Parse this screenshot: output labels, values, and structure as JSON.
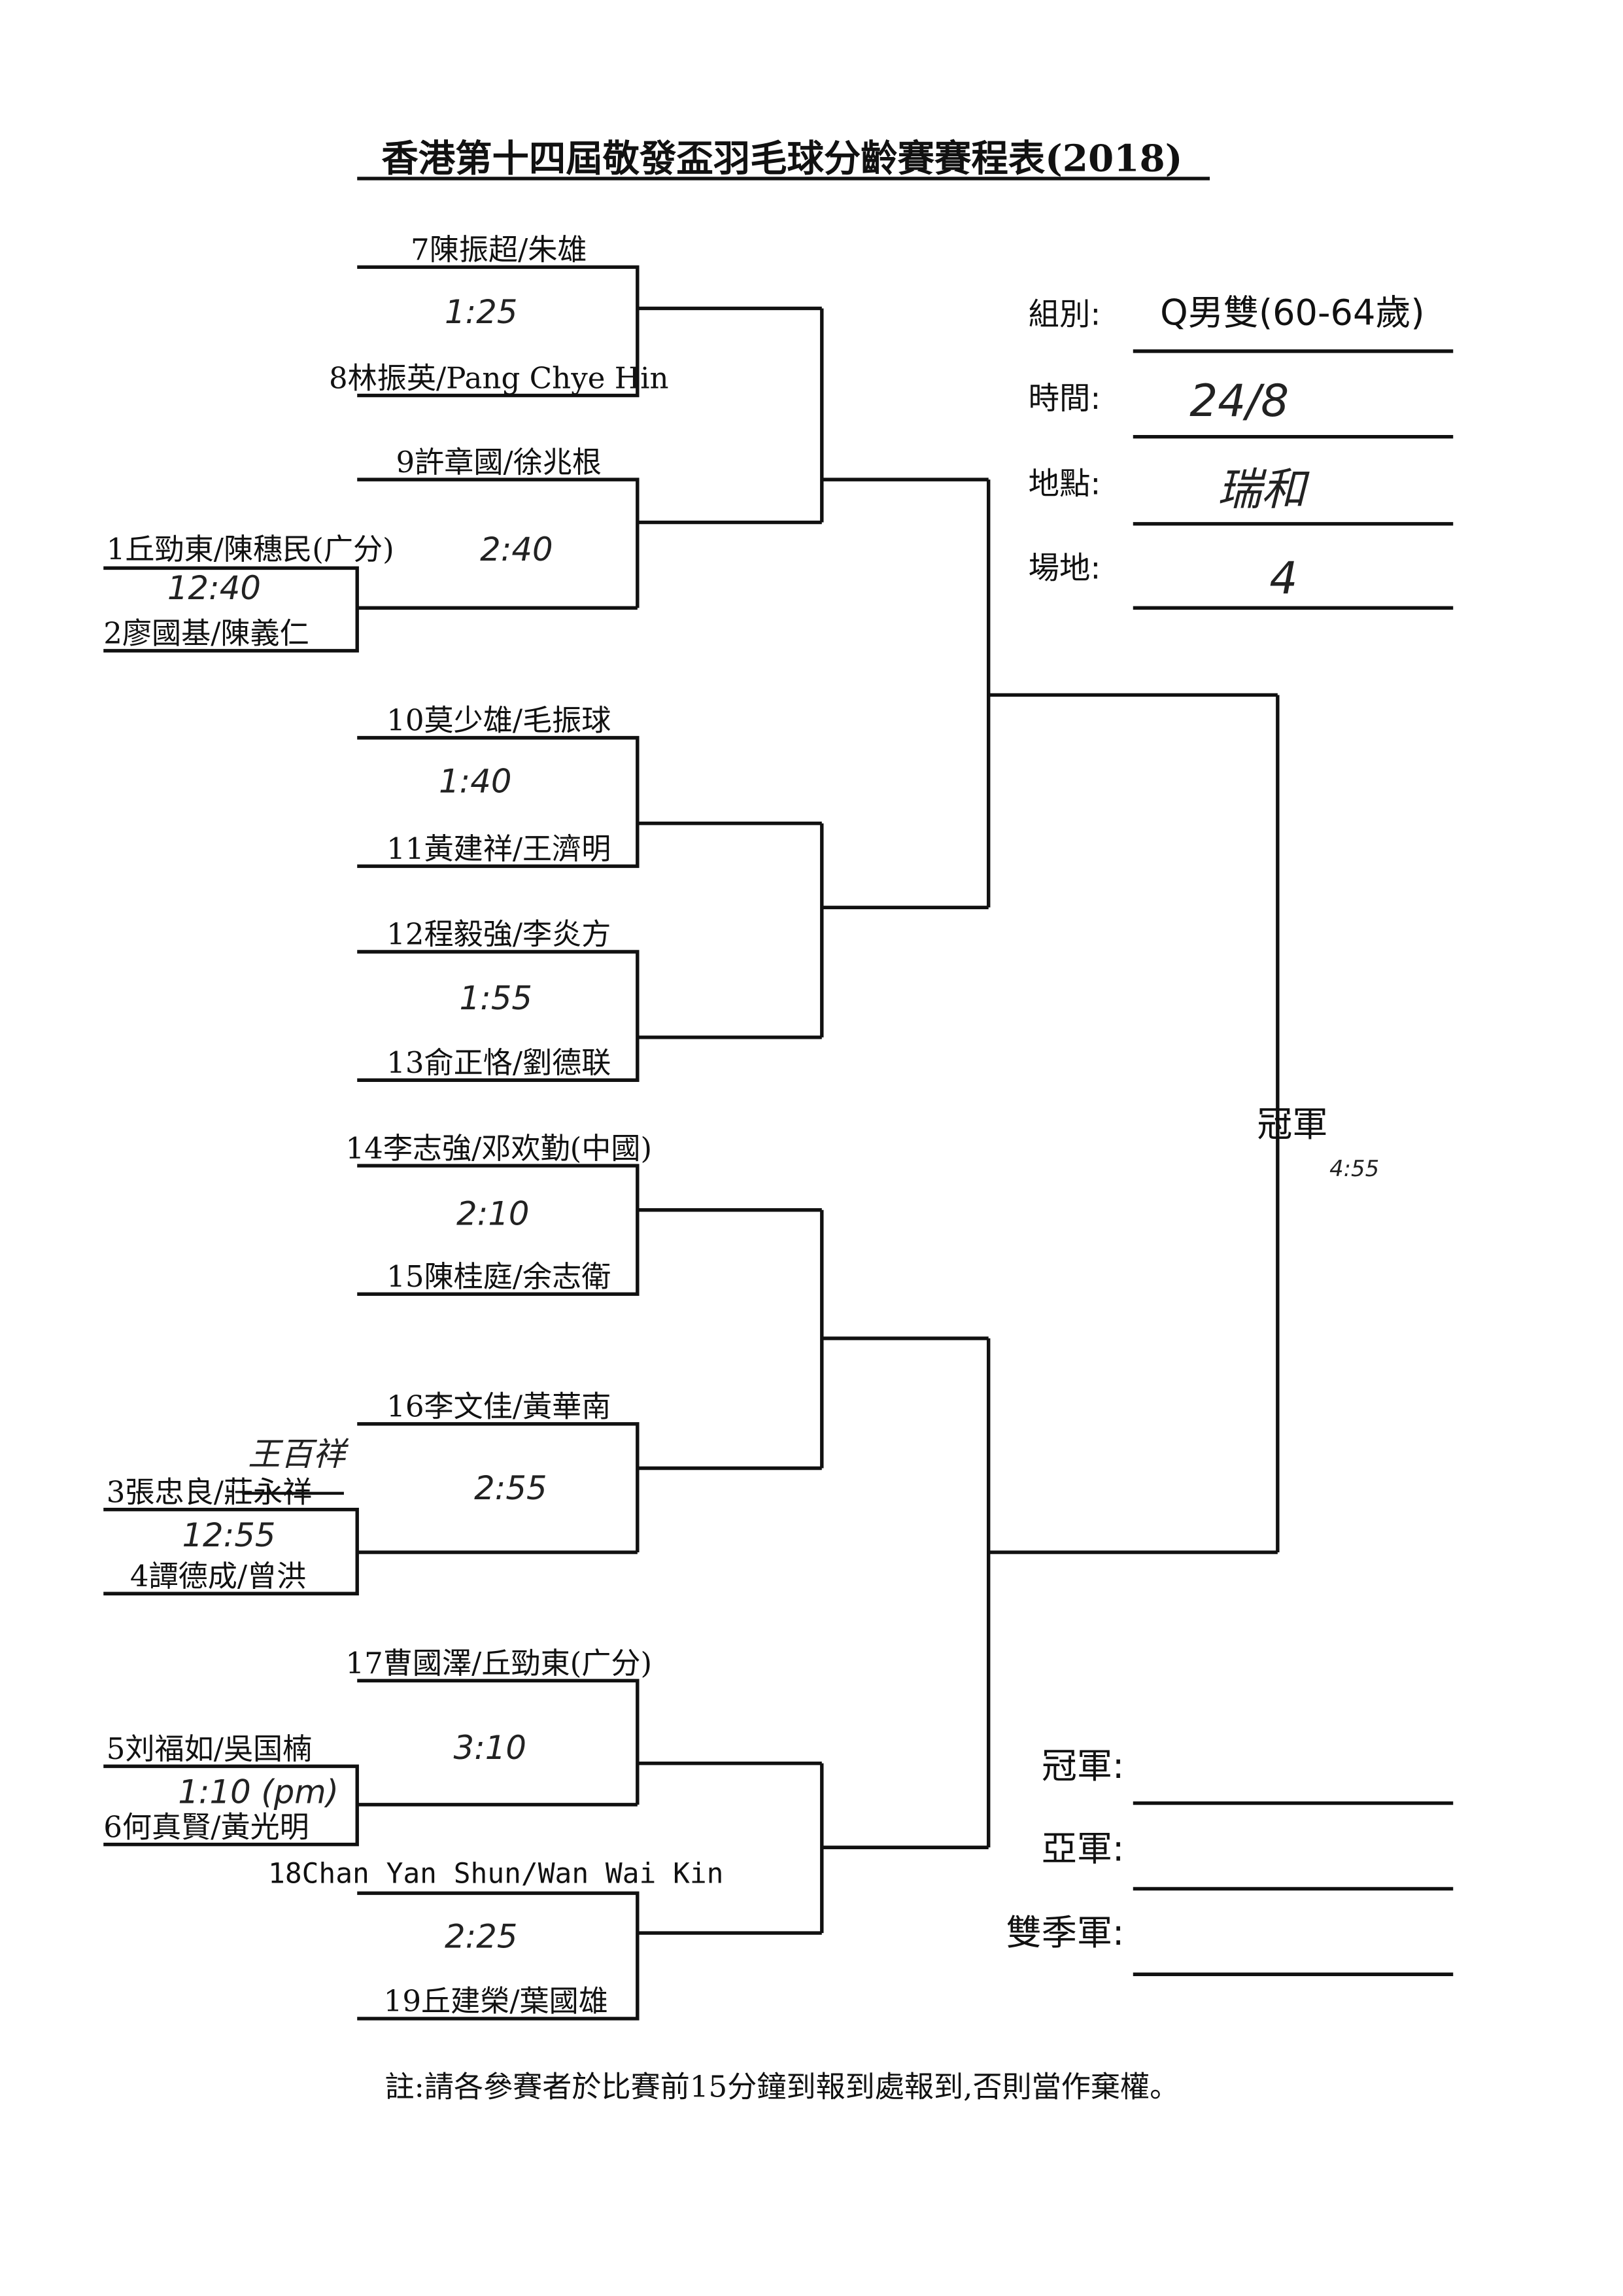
{
  "title": "香港第十四屆敬發盃羽毛球分齡賽賽程表(2018)",
  "entries": {
    "e1": "1丘勁東/陳穗民(广分)",
    "e2": "2廖國基/陳義仁",
    "e3_prefix": "3張忠良/",
    "e3_struck": "莊永祥",
    "e3_replacement": "王百祥",
    "e4": "4譚德成/曾洪",
    "e5": "5刘福如/吳国楠",
    "e6": "6何真賢/黃光明",
    "e7": "7陳振超/朱雄",
    "e8": "8林振英/Pang Chye Hin",
    "e9": "9許章國/徐兆根",
    "e10": "10莫少雄/毛振球",
    "e11": "11黃建祥/王濟明",
    "e12": "12程毅強/李炎方",
    "e13": "13俞正恪/劉德联",
    "e14": "14李志強/邓欢勤(中國)",
    "e15": "15陳桂庭/余志衛",
    "e16": "16李文佳/黃華南",
    "e17": "17曹國澤/丘勁東(广分)",
    "e18": "18Chan Yan Shun/Wan Wai Kin",
    "e19": "19丘建榮/葉國雄"
  },
  "times": {
    "m7_8": "1:25",
    "m9_12": "2:40",
    "m1_2": "12:40",
    "m10_11": "1:40",
    "m12_13": "1:55",
    "m14_15": "2:10",
    "m16_34": "2:55",
    "m3_4": "12:55",
    "m17_56": "3:10",
    "m5_6": "1:10 (pm)",
    "m18_19": "2:25",
    "final": "4:55"
  },
  "info": {
    "group_label": "組別:",
    "group_value": "Q男雙(60-64歲)",
    "date_label": "時間:",
    "date_value": "24/8",
    "venue_label": "地點:",
    "venue_value": "瑞和",
    "court_label": "場地:",
    "court_value": "4"
  },
  "champion_label": "冠軍",
  "results": {
    "champion": "冠軍:",
    "runner_up": "亞軍:",
    "third": "雙季軍:"
  },
  "note": "註:請各參賽者於比賽前15分鐘到報到處報到,否則當作棄權。"
}
